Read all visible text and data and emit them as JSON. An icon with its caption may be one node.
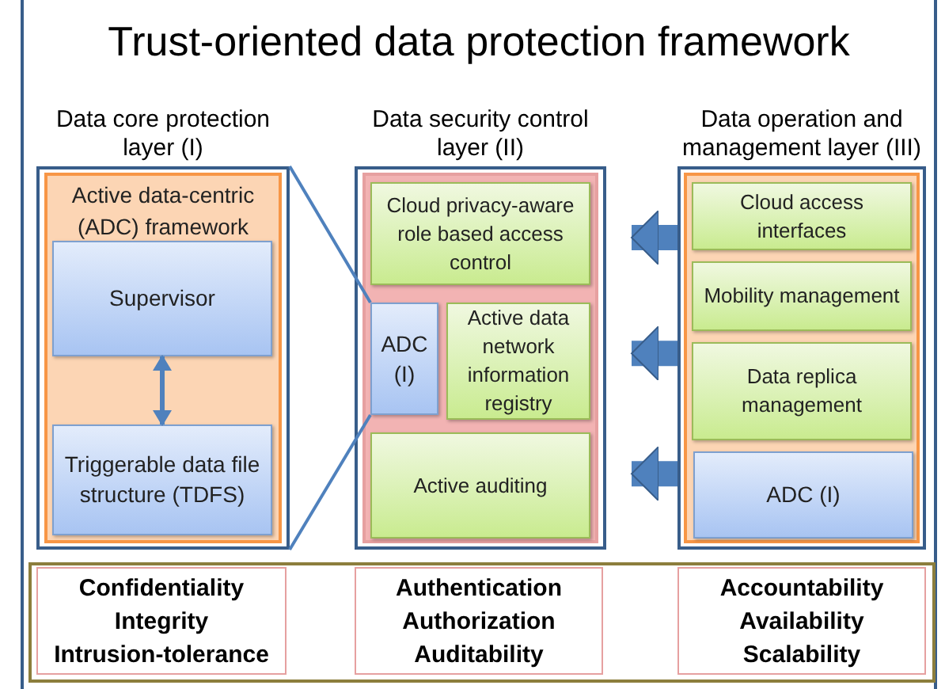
{
  "diagram": {
    "title": "Trust-oriented data protection framework",
    "nodes": [
      {
        "text": [
          "Data core protection layer (I)"
        ]
      },
      {
        "text": [
          "Active data-centric (ADC) framework"
        ],
        "in": 0
      },
      {
        "text": [
          "Supervisor"
        ],
        "in": 1
      },
      {
        "text": [
          "Triggerable data file structure (TDFS)"
        ],
        "in": 1
      },
      {
        "text": [
          "Data security control layer (II)"
        ]
      },
      {
        "text": [],
        "shape": "box",
        "in": 4
      },
      {
        "text": [
          "Cloud privacy-aware role based access control"
        ],
        "in": 5
      },
      {
        "text": [
          "ADC (I)"
        ],
        "in": 5
      },
      {
        "text": [
          "Active data network information registry"
        ],
        "in": 5
      },
      {
        "text": [
          "Active auditing"
        ],
        "in": 5
      },
      {
        "text": [
          "Data operation and management layer (III)"
        ]
      },
      {
        "text": [],
        "shape": "box",
        "in": 10
      },
      {
        "text": [
          "Cloud access interfaces"
        ],
        "in": 11
      },
      {
        "text": [
          "Mobility management"
        ],
        "in": 11
      },
      {
        "text": [
          "Data replica management"
        ],
        "in": 11
      },
      {
        "text": [
          "ADC (I)"
        ],
        "in": 11
      },
      {
        "text": [],
        "shape": "box"
      },
      {
        "text": [
          "Confidentiality",
          "Integrity",
          "Intrusion-tolerance"
        ],
        "in": 16
      },
      {
        "text": [
          "Authentication",
          "Authorization",
          "Auditability"
        ],
        "in": 16
      },
      {
        "text": [
          "Accountability",
          "Availability",
          "Scalability"
        ],
        "in": 16
      }
    ],
    "edges": [
      {
        "from": 2,
        "to": 3,
        "arrow": "both"
      },
      {
        "from": 0,
        "to": 7,
        "arrow": "none"
      },
      {
        "from": 0,
        "to": 7,
        "arrow": "none"
      },
      {
        "from": 10,
        "to": 4,
        "arrow": "to",
        "style": "thick"
      },
      {
        "from": 10,
        "to": 4,
        "arrow": "to",
        "style": "thick"
      },
      {
        "from": 10,
        "to": 4,
        "arrow": "to",
        "style": "thick"
      }
    ]
  }
}
